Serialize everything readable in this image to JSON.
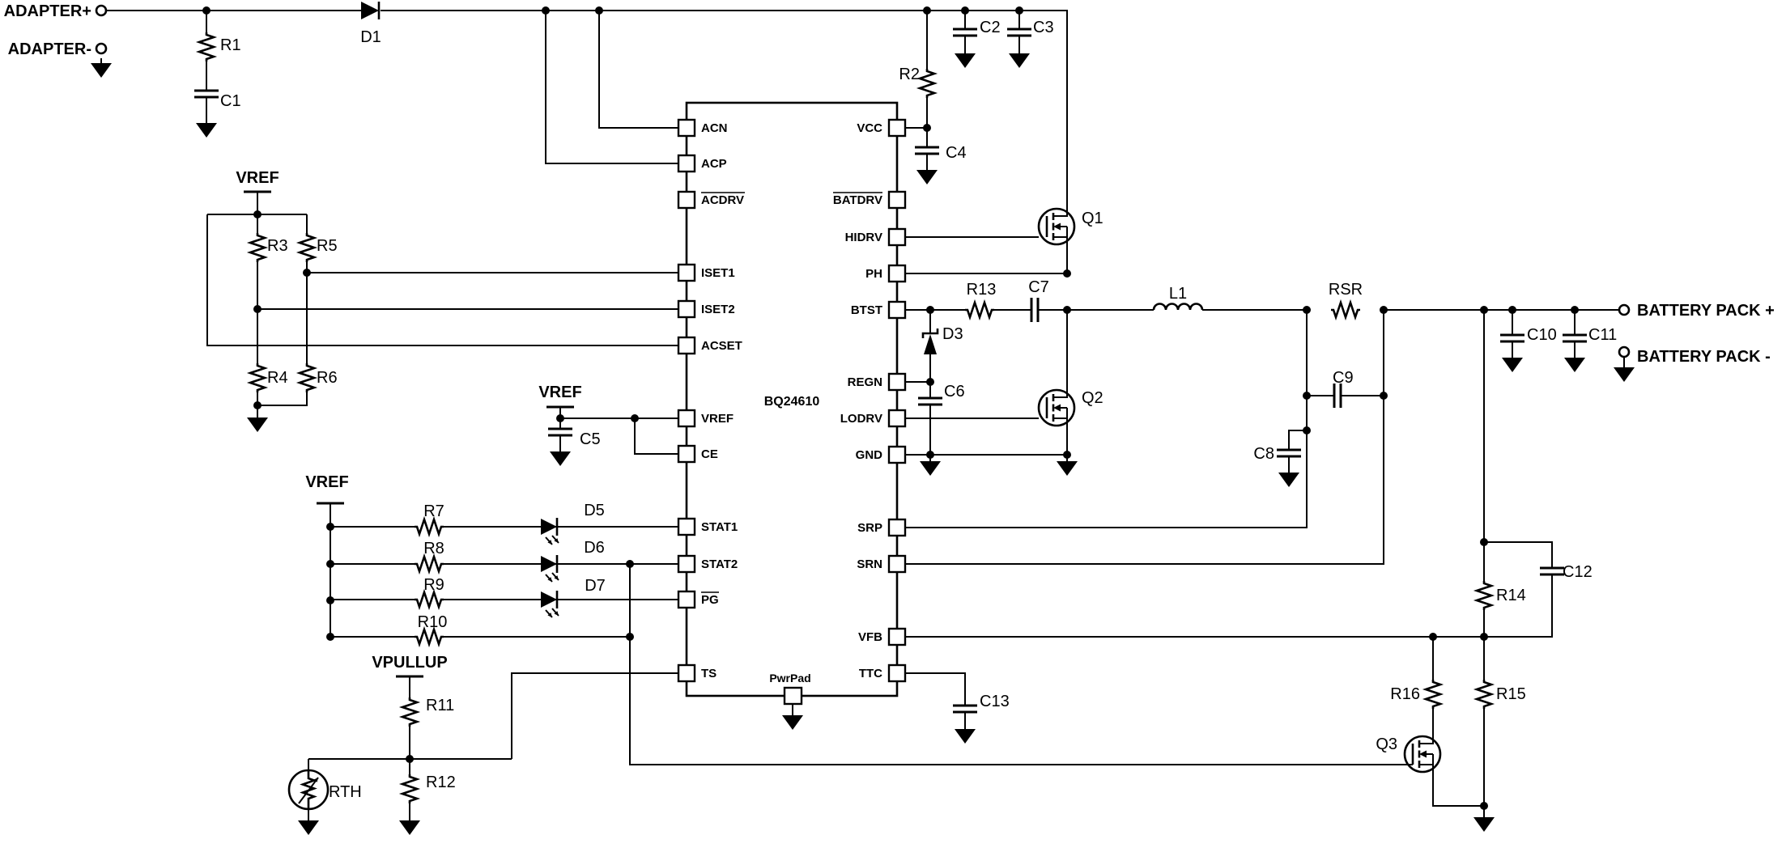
{
  "ic": {
    "name": "BQ24610",
    "pwrpad_label": "PwrPad",
    "pins_left": [
      "ACN",
      "ACP",
      "ACDRV",
      "ISET1",
      "ISET2",
      "ACSET",
      "VREF",
      "CE",
      "STAT1",
      "STAT2",
      "PG",
      "TS"
    ],
    "pins_right": [
      "VCC",
      "BATDRV",
      "HIDRV",
      "PH",
      "BTST",
      "REGN",
      "LODRV",
      "GND",
      "SRP",
      "SRN",
      "VFB",
      "TTC"
    ],
    "active_low_pins": [
      "ACDRV",
      "BATDRV",
      "PG"
    ]
  },
  "nets": {
    "adapter_plus": "ADAPTER+",
    "adapter_minus": "ADAPTER-",
    "vref": "VREF",
    "vpullup": "VPULLUP",
    "battery_pack_plus": "BATTERY PACK +",
    "battery_pack_minus": "BATTERY PACK -"
  },
  "refs": {
    "R1": "R1",
    "R2": "R2",
    "R3": "R3",
    "R4": "R4",
    "R5": "R5",
    "R6": "R6",
    "R7": "R7",
    "R8": "R8",
    "R9": "R9",
    "R10": "R10",
    "R11": "R11",
    "R12": "R12",
    "R13": "R13",
    "R14": "R14",
    "R15": "R15",
    "R16": "R16",
    "C1": "C1",
    "C2": "C2",
    "C3": "C3",
    "C4": "C4",
    "C5": "C5",
    "C6": "C6",
    "C7": "C7",
    "C8": "C8",
    "C9": "C9",
    "C10": "C10",
    "C11": "C11",
    "C12": "C12",
    "C13": "C13",
    "D1": "D1",
    "D3": "D3",
    "D5": "D5",
    "D6": "D6",
    "D7": "D7",
    "Q1": "Q1",
    "Q2": "Q2",
    "Q3": "Q3",
    "L1": "L1",
    "RSR": "RSR",
    "RTH": "RTH"
  },
  "colors": {
    "ink": "#000000",
    "background": "#ffffff"
  }
}
